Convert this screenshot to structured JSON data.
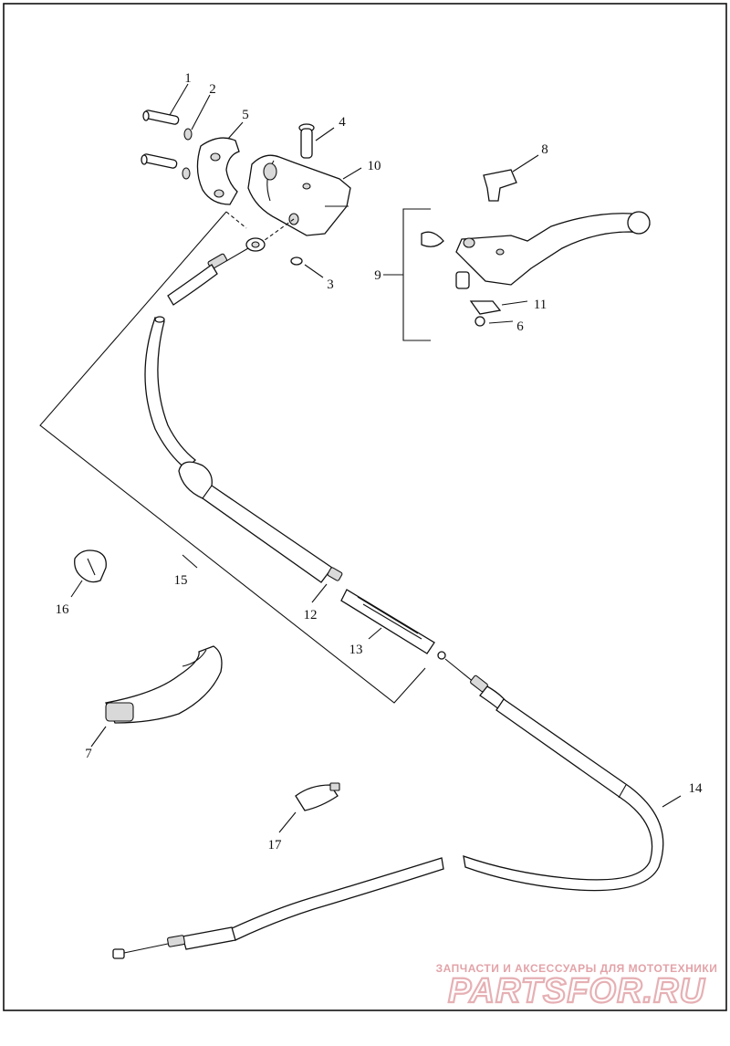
{
  "callouts": [
    "1",
    "2",
    "3",
    "4",
    "5",
    "6",
    "7",
    "8",
    "9",
    "10",
    "11",
    "12",
    "13",
    "14",
    "15",
    "16",
    "17"
  ],
  "watermark": {
    "tagline": "ЗАПЧАСТИ И АКСЕССУАРЫ ДЛЯ МОТОТЕХНИКИ",
    "logo": "PARTSFOR.RU",
    "color": "#e2a3a8"
  }
}
